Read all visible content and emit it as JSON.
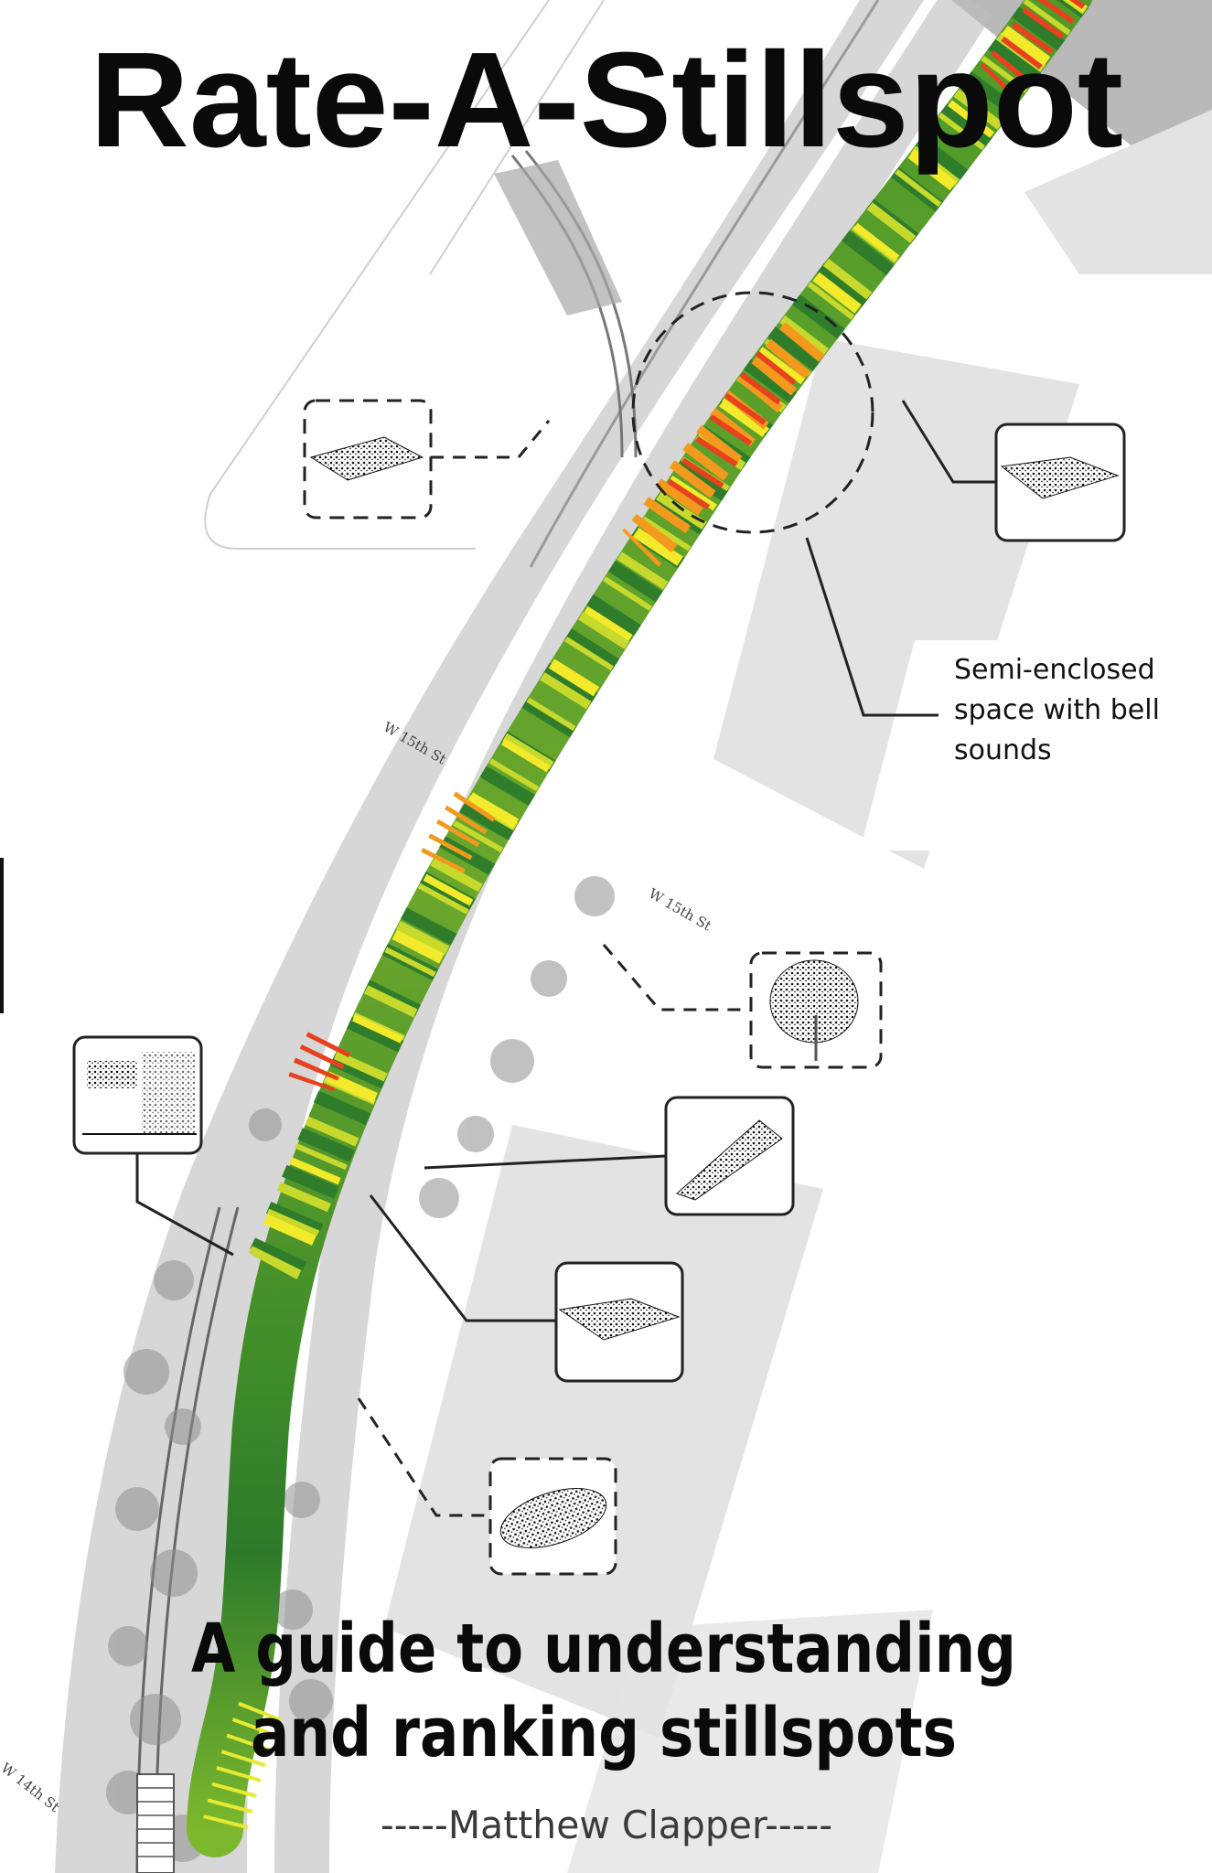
{
  "cover": {
    "title": "Rate-A-Stillspot",
    "subtitle_line1": "A guide to understanding",
    "subtitle_line2": "and ranking stillspots",
    "author": "-----Matthew Clapper-----"
  },
  "callout": {
    "line1": "Semi-enclosed",
    "line2": "space with bell",
    "line3": "sounds"
  },
  "map_labels": {
    "street_a": "W 15th St",
    "street_b": "W 15th St",
    "street_c": "W 14th St"
  },
  "colors": {
    "dark_green": "#2e7d32",
    "green": "#6aa62c",
    "yellow_green": "#b8d432",
    "yellow": "#f2ea2a",
    "orange": "#f39a1e",
    "red": "#e8411e",
    "map_gray": "#e3e3e4"
  }
}
